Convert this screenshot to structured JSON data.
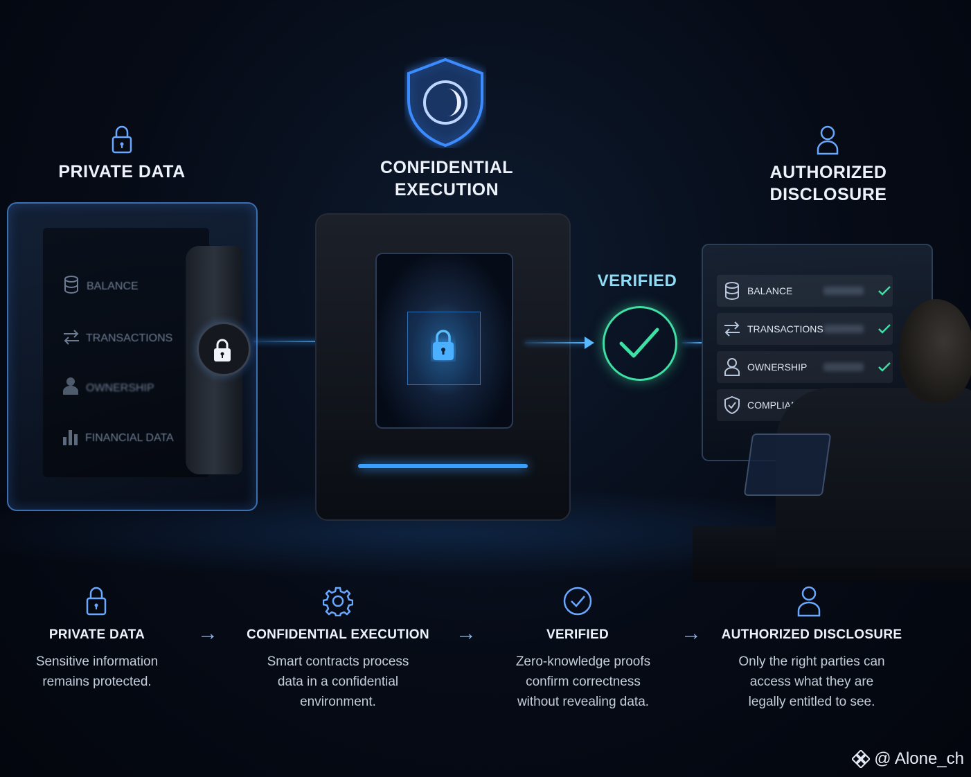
{
  "top": {
    "private_data": "PRIVATE DATA",
    "confidential_line1": "CONFIDENTIAL",
    "confidential_line2": "EXECUTION",
    "authorized_line1": "AUTHORIZED",
    "authorized_line2": "DISCLOSURE",
    "verified": "VERIFIED"
  },
  "vault_items": [
    {
      "label": "BALANCE",
      "icon": "database-icon"
    },
    {
      "label": "TRANSACTIONS",
      "icon": "swap-arrows-icon"
    },
    {
      "label": "OWNERSHIP",
      "icon": "user-icon"
    },
    {
      "label": "FINANCIAL DATA",
      "icon": "bar-chart-icon"
    }
  ],
  "disclosure_rows": [
    {
      "label": "BALANCE",
      "icon": "database-icon"
    },
    {
      "label": "TRANSACTIONS",
      "icon": "swap-arrows-icon"
    },
    {
      "label": "OWNERSHIP",
      "icon": "user-icon"
    },
    {
      "label": "COMPLIANCE",
      "icon": "shield-check-icon"
    }
  ],
  "steps": [
    {
      "title": "PRIVATE DATA",
      "desc1": "Sensitive information",
      "desc2": "remains protected.",
      "desc3": "",
      "icon": "lock-icon"
    },
    {
      "title": "CONFIDENTIAL EXECUTION",
      "desc1": "Smart contracts process",
      "desc2": "data in a confidential",
      "desc3": "environment.",
      "icon": "gear-icon"
    },
    {
      "title": "VERIFIED",
      "desc1": "Zero-knowledge proofs",
      "desc2": "confirm correctness",
      "desc3": "without revealing data.",
      "icon": "check-circle-icon"
    },
    {
      "title": "AUTHORIZED DISCLOSURE",
      "desc1": "Only the right parties can",
      "desc2": "access what they are",
      "desc3": "legally entitled to see.",
      "icon": "user-icon"
    }
  ],
  "arrow_glyph": "→",
  "watermark": "@ Alone_ch",
  "colors": {
    "accent_blue": "#3aa0ff",
    "verified_green": "#3ee0a4",
    "icon_blue": "#6aa8ff"
  }
}
